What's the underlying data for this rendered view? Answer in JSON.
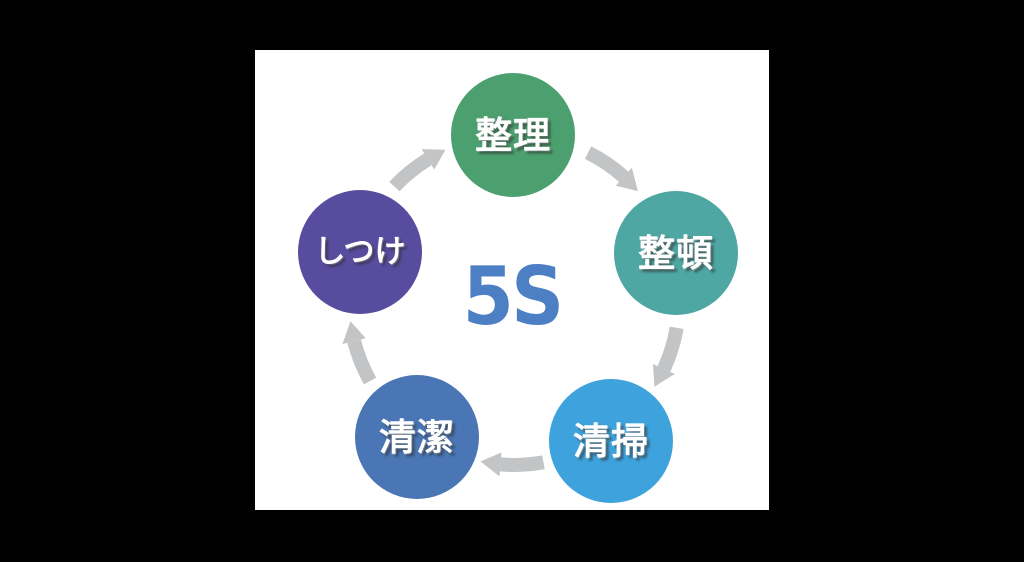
{
  "diagram": {
    "type": "cycle",
    "flow_direction": "clockwise",
    "center_label": "5S",
    "items": [
      {
        "id": "seiri",
        "label": "整理",
        "color": "#4CA06F",
        "position": "top"
      },
      {
        "id": "seiton",
        "label": "整頓",
        "color": "#4FA7A4",
        "position": "upper-right"
      },
      {
        "id": "seisou",
        "label": "清掃",
        "color": "#3EA3DD",
        "position": "lower-right"
      },
      {
        "id": "seiketsu",
        "label": "清潔",
        "color": "#4A76B5",
        "position": "lower-left"
      },
      {
        "id": "shitsuke",
        "label": "しつけ",
        "color": "#584C9E",
        "position": "upper-left"
      }
    ]
  },
  "colors": {
    "background": "#000000",
    "panel": "#FFFFFF",
    "center_text": "#4C7FC3",
    "arrow": "#C2C4C5",
    "label_text": "#FFFFFF"
  }
}
